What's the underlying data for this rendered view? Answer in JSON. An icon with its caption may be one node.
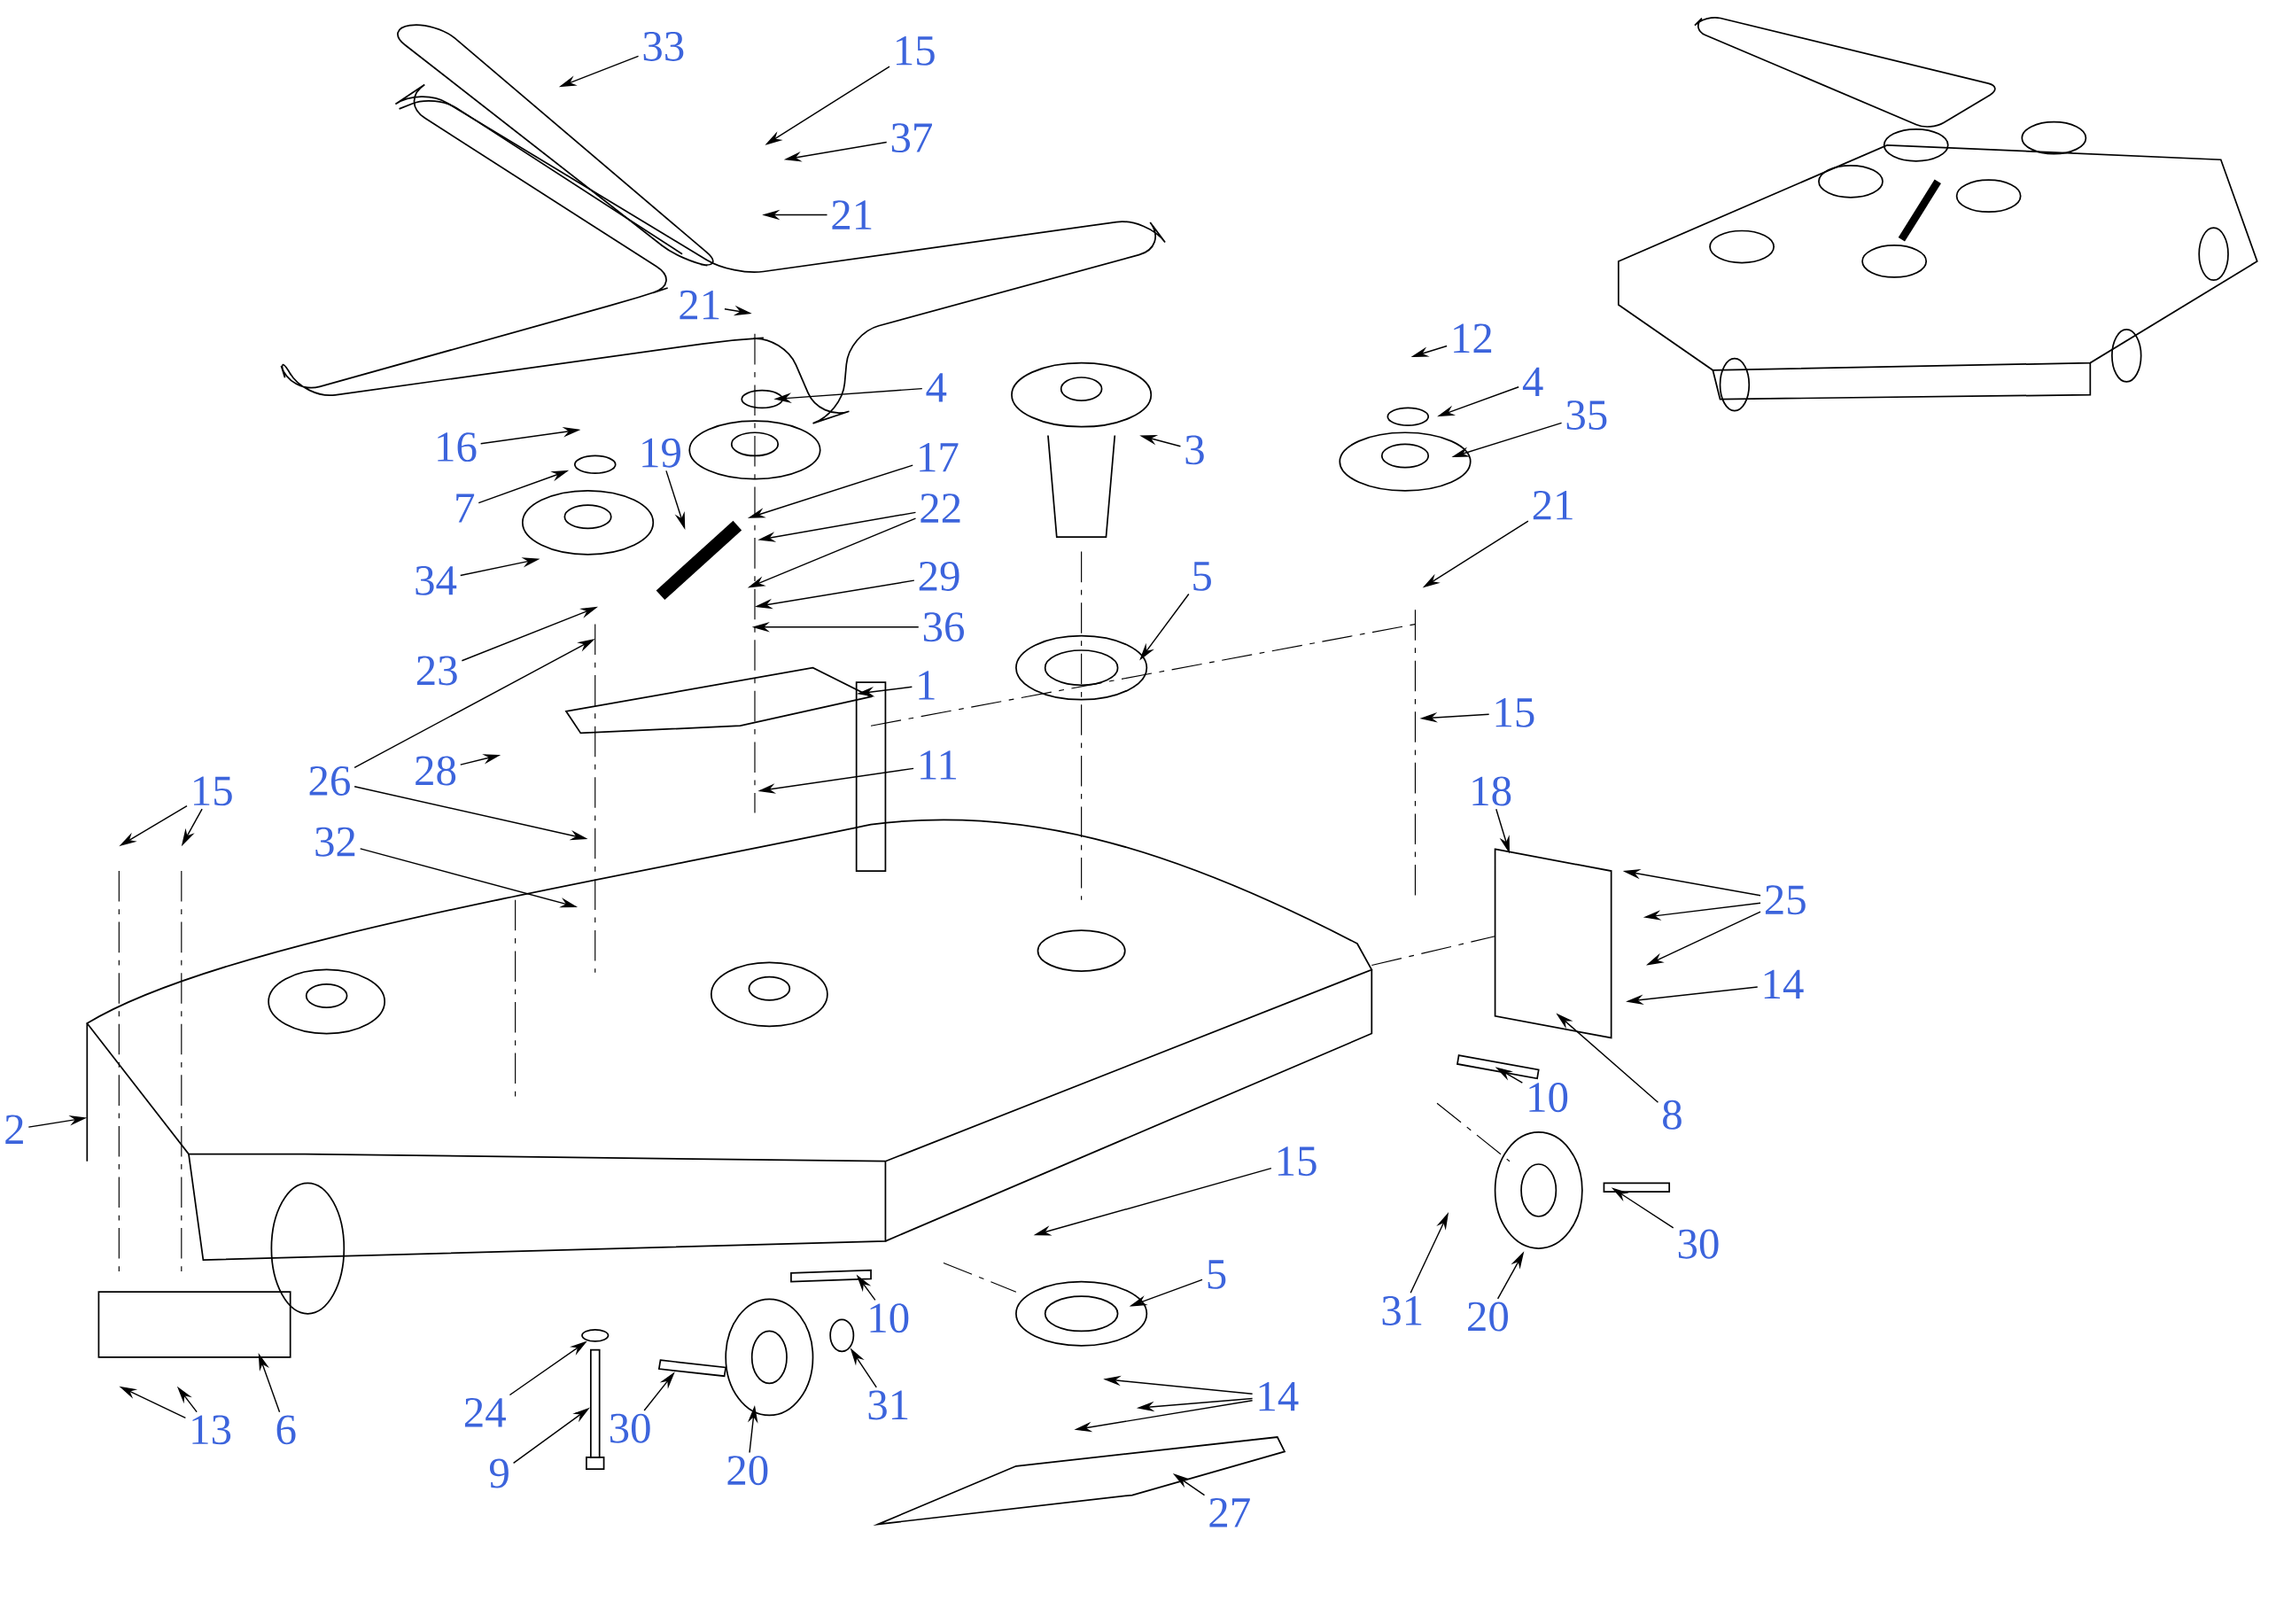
{
  "diagram": {
    "nodes": [
      {
        "text": [
          "33"
        ]
      },
      {
        "text": [
          "15"
        ]
      },
      {
        "text": [
          "37"
        ]
      },
      {
        "text": [
          "21"
        ]
      },
      {
        "text": [
          "21"
        ]
      },
      {
        "text": [
          "4"
        ]
      },
      {
        "text": [
          "12"
        ]
      },
      {
        "text": [
          "4"
        ]
      },
      {
        "text": [
          "35"
        ]
      },
      {
        "text": [
          "16"
        ]
      },
      {
        "text": [
          "19"
        ]
      },
      {
        "text": [
          "17"
        ]
      },
      {
        "text": [
          "3"
        ]
      },
      {
        "text": [
          "7"
        ]
      },
      {
        "text": [
          "22"
        ]
      },
      {
        "text": [
          "21"
        ]
      },
      {
        "text": [
          "34"
        ]
      },
      {
        "text": [
          "29"
        ]
      },
      {
        "text": [
          "5"
        ]
      },
      {
        "text": [
          "36"
        ]
      },
      {
        "text": [
          "23"
        ]
      },
      {
        "text": [
          "1"
        ]
      },
      {
        "text": [
          "15"
        ]
      },
      {
        "text": [
          "11"
        ]
      },
      {
        "text": [
          "28"
        ]
      },
      {
        "text": [
          "26"
        ]
      },
      {
        "text": [
          "15"
        ]
      },
      {
        "text": [
          "18"
        ]
      },
      {
        "text": [
          "32"
        ]
      },
      {
        "text": [
          "25"
        ]
      },
      {
        "text": [
          "14"
        ]
      },
      {
        "text": [
          "10"
        ]
      },
      {
        "text": [
          "8"
        ]
      },
      {
        "text": [
          "2"
        ]
      },
      {
        "text": [
          "15"
        ]
      },
      {
        "text": [
          "30"
        ]
      },
      {
        "text": [
          "5"
        ]
      },
      {
        "text": [
          "31"
        ]
      },
      {
        "text": [
          "20"
        ]
      },
      {
        "text": [
          "10"
        ]
      },
      {
        "text": [
          "31"
        ]
      },
      {
        "text": [
          "14"
        ]
      },
      {
        "text": [
          "24"
        ]
      },
      {
        "text": [
          "13"
        ]
      },
      {
        "text": [
          "6"
        ]
      },
      {
        "text": [
          "30"
        ]
      },
      {
        "text": [
          "9"
        ]
      },
      {
        "text": [
          "20"
        ]
      },
      {
        "text": [
          "27"
        ]
      },
      {
        "text": [],
        "shape": "bar"
      },
      {
        "text": [],
        "shape": "circle"
      },
      {
        "text": [],
        "shape": "circle"
      }
    ],
    "edges": [
      {
        "from": 0,
        "to": null,
        "arrow": "to"
      },
      {
        "from": 1,
        "to": null,
        "arrow": "to"
      },
      {
        "from": 2,
        "to": null,
        "arrow": "to"
      },
      {
        "from": 3,
        "to": null,
        "arrow": "to"
      },
      {
        "from": 4,
        "to": null,
        "arrow": "to"
      },
      {
        "from": 5,
        "to": null,
        "arrow": "to"
      },
      {
        "from": 6,
        "to": null,
        "arrow": "to"
      },
      {
        "from": 7,
        "to": null,
        "arrow": "to"
      },
      {
        "from": 8,
        "to": null,
        "arrow": "to"
      },
      {
        "from": 9,
        "to": null,
        "arrow": "to"
      },
      {
        "from": 10,
        "to": null,
        "arrow": "to"
      },
      {
        "from": 11,
        "to": null,
        "arrow": "to"
      },
      {
        "from": 12,
        "to": null,
        "arrow": "to"
      },
      {
        "from": 13,
        "to": null,
        "arrow": "to"
      },
      {
        "from": 14,
        "to": null,
        "arrow": "to"
      },
      {
        "from": 14,
        "to": null,
        "arrow": "to"
      },
      {
        "from": 15,
        "to": null,
        "arrow": "to"
      },
      {
        "from": 16,
        "to": null,
        "arrow": "to"
      },
      {
        "from": 17,
        "to": null,
        "arrow": "to"
      },
      {
        "from": 18,
        "to": null,
        "arrow": "to"
      },
      {
        "from": 19,
        "to": null,
        "arrow": "to"
      },
      {
        "from": 20,
        "to": null,
        "arrow": "to"
      },
      {
        "from": 21,
        "to": null,
        "arrow": "to"
      },
      {
        "from": 22,
        "to": null,
        "arrow": "to"
      },
      {
        "from": 23,
        "to": null,
        "arrow": "to"
      },
      {
        "from": 24,
        "to": null,
        "arrow": "to"
      },
      {
        "from": 25,
        "to": null,
        "arrow": "to"
      },
      {
        "from": 25,
        "to": null,
        "arrow": "to"
      },
      {
        "from": 26,
        "to": null,
        "arrow": "to"
      },
      {
        "from": 26,
        "to": null,
        "arrow": "to"
      },
      {
        "from": 27,
        "to": null,
        "arrow": "to"
      },
      {
        "from": 28,
        "to": null,
        "arrow": "to"
      },
      {
        "from": 29,
        "to": null,
        "arrow": "to"
      },
      {
        "from": 29,
        "to": null,
        "arrow": "to"
      },
      {
        "from": 29,
        "to": null,
        "arrow": "to"
      },
      {
        "from": 30,
        "to": null,
        "arrow": "to"
      },
      {
        "from": 31,
        "to": null,
        "arrow": "to"
      },
      {
        "from": 32,
        "to": null,
        "arrow": "to"
      },
      {
        "from": 33,
        "to": null,
        "arrow": "to"
      },
      {
        "from": 34,
        "to": null,
        "arrow": "to"
      },
      {
        "from": 35,
        "to": null,
        "arrow": "to"
      },
      {
        "from": 36,
        "to": null,
        "arrow": "to"
      },
      {
        "from": 37,
        "to": null,
        "arrow": "to"
      },
      {
        "from": 38,
        "to": null,
        "arrow": "to"
      },
      {
        "from": 39,
        "to": null,
        "arrow": "to"
      },
      {
        "from": 40,
        "to": 51,
        "arrow": "to"
      },
      {
        "from": 41,
        "to": null,
        "arrow": "to"
      },
      {
        "from": 41,
        "to": null,
        "arrow": "to"
      },
      {
        "from": 41,
        "to": null,
        "arrow": "to"
      },
      {
        "from": 42,
        "to": 50,
        "arrow": "to"
      },
      {
        "from": 43,
        "to": null,
        "arrow": "to"
      },
      {
        "from": 43,
        "to": null,
        "arrow": "to"
      },
      {
        "from": 44,
        "to": null,
        "arrow": "to"
      },
      {
        "from": 45,
        "to": null,
        "arrow": "to"
      },
      {
        "from": 46,
        "to": 49,
        "arrow": "to"
      },
      {
        "from": 47,
        "to": null,
        "arrow": "to"
      },
      {
        "from": 48,
        "to": null,
        "arrow": "to"
      }
    ]
  }
}
